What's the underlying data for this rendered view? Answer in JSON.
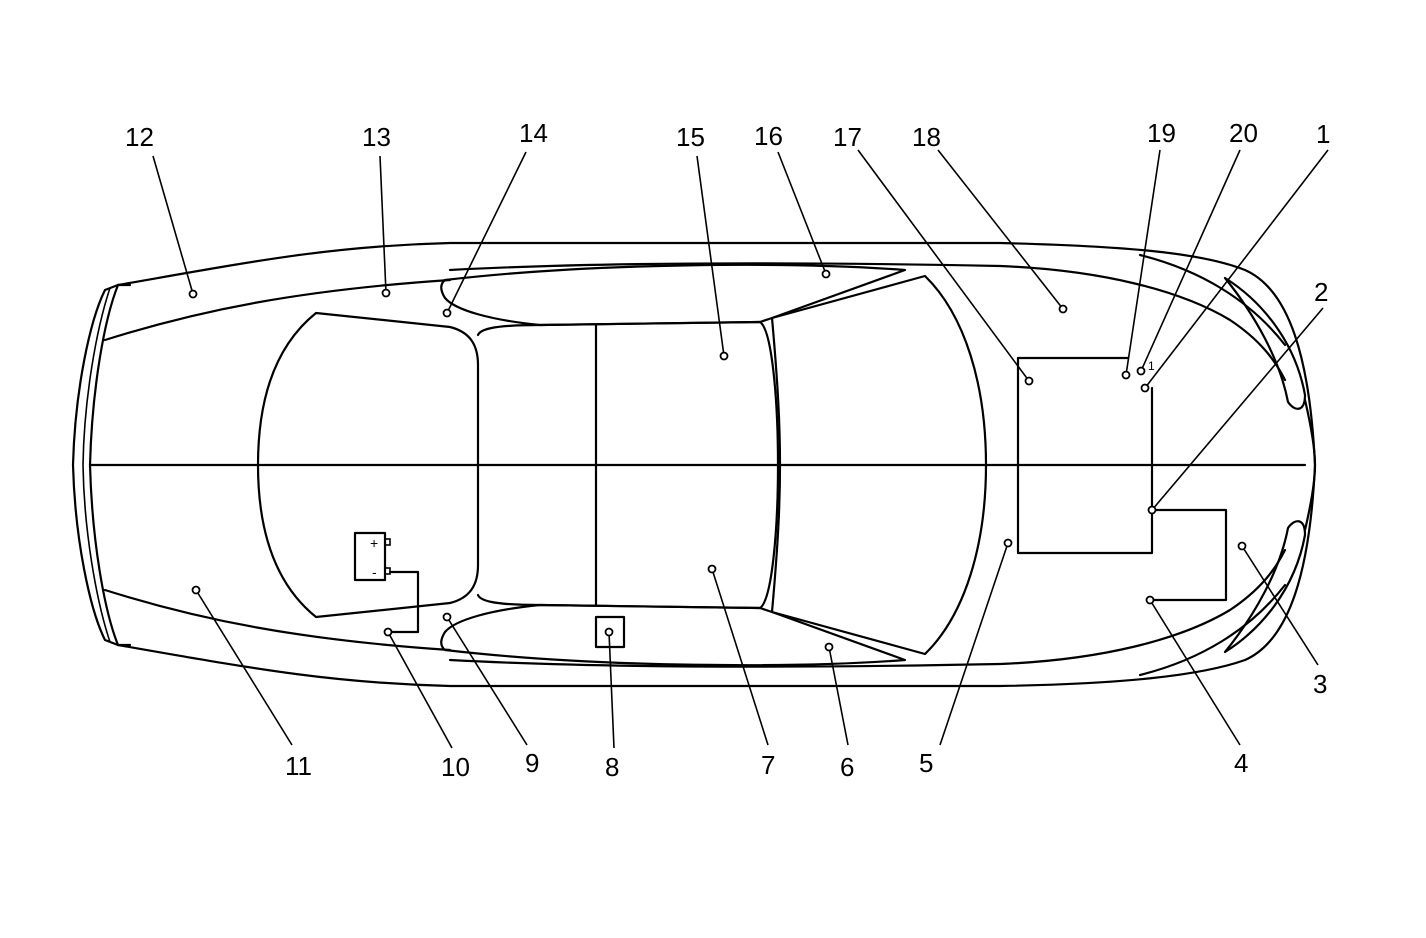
{
  "diagram": {
    "callouts": [
      {
        "id": "c1",
        "label": "1"
      },
      {
        "id": "c2",
        "label": "2"
      },
      {
        "id": "c3",
        "label": "3"
      },
      {
        "id": "c4",
        "label": "4"
      },
      {
        "id": "c5",
        "label": "5"
      },
      {
        "id": "c6",
        "label": "6"
      },
      {
        "id": "c7",
        "label": "7"
      },
      {
        "id": "c8",
        "label": "8"
      },
      {
        "id": "c9",
        "label": "9"
      },
      {
        "id": "c10",
        "label": "10"
      },
      {
        "id": "c11",
        "label": "11"
      },
      {
        "id": "c12",
        "label": "12"
      },
      {
        "id": "c13",
        "label": "13"
      },
      {
        "id": "c14",
        "label": "14"
      },
      {
        "id": "c15",
        "label": "15"
      },
      {
        "id": "c16",
        "label": "16"
      },
      {
        "id": "c17",
        "label": "17"
      },
      {
        "id": "c18",
        "label": "18"
      },
      {
        "id": "c19",
        "label": "19"
      },
      {
        "id": "c20",
        "label": "20"
      }
    ],
    "battery": {
      "plus_symbol": "+",
      "minus_symbol": "-",
      "icon": "battery-icon"
    },
    "small_mark": "1",
    "colors": {
      "line": "#000000",
      "background": "#ffffff"
    }
  }
}
